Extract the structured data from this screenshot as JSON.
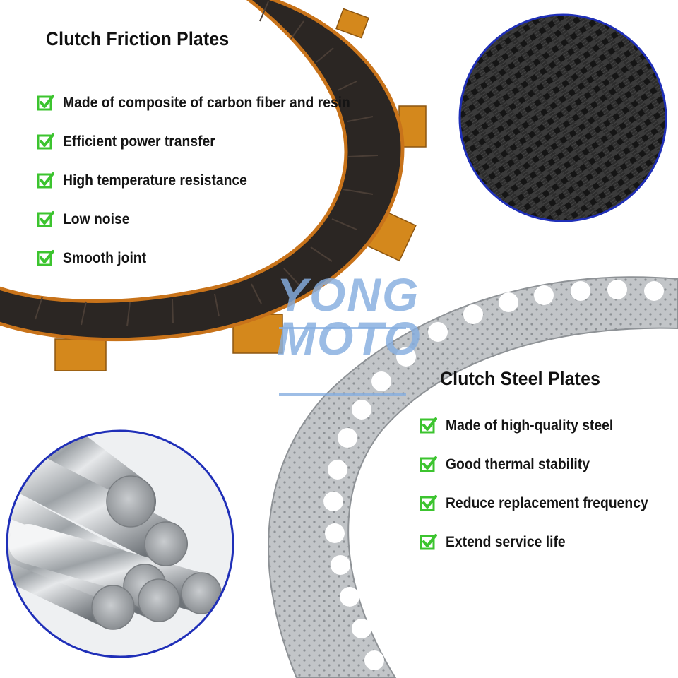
{
  "watermark": {
    "line1": "YONG",
    "line2": "MOTO"
  },
  "friction_section": {
    "title": "Clutch Friction Plates",
    "features": [
      "Made of composite of carbon fiber and resin",
      "Efficient power transfer",
      "High temperature resistance",
      "Low noise",
      "Smooth joint"
    ]
  },
  "steel_section": {
    "title": "Clutch Steel Plates",
    "features": [
      "Made of high-quality steel",
      "Good thermal stability",
      "Reduce replacement frequency",
      "Extend service life"
    ]
  },
  "colors": {
    "check_green": "#3cc42f",
    "circle_border_blue": "#1f2fb8",
    "friction_dark": "#2b2623",
    "friction_tab_orange": "#d4881c",
    "steel_grey": "#b9bcc0",
    "watermark_blue": "#86aee0"
  },
  "icons": {
    "check": "checkbox-check-icon"
  }
}
